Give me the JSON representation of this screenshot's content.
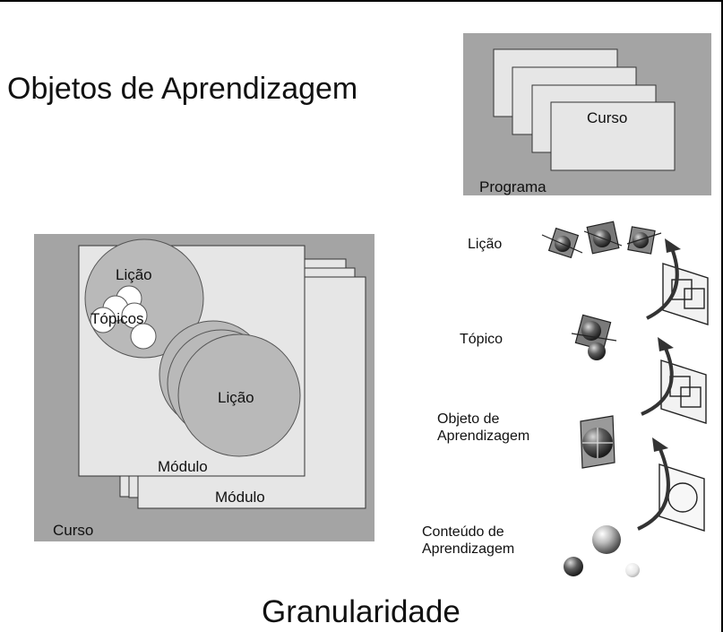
{
  "title": "Objetos de Aprendizagem",
  "footer_title": "Granularidade",
  "program_panel": {
    "program_label": "Programa",
    "course_label": "Curso"
  },
  "course_panel": {
    "course_label": "Curso",
    "module_front_label": "Módulo",
    "module_back_label": "Módulo",
    "lesson_small_label": "Lição",
    "topics_label": "Tópicos",
    "lesson_large_label": "Lição"
  },
  "granularity_levels": [
    {
      "label": "Lição"
    },
    {
      "label": "Tópico"
    },
    {
      "label": "Objeto de\nAprendizagem"
    },
    {
      "label": "Conteúdo de\nAprendizagem"
    }
  ],
  "colors": {
    "panel_dark": "#a4a4a4",
    "panel_light": "#e6e6e6",
    "circle_mid": "#b9b9b9",
    "line": "#333333"
  }
}
